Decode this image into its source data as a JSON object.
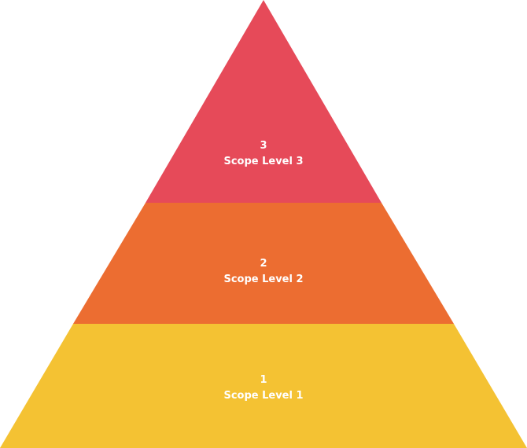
{
  "pyramid": {
    "levels": [
      {
        "number": "3",
        "label": "Scope Level 3",
        "color": "#e64a59"
      },
      {
        "number": "2",
        "label": "Scope Level 2",
        "color": "#ec6d31"
      },
      {
        "number": "1",
        "label": "Scope Level 1",
        "color": "#f4c233"
      }
    ]
  }
}
